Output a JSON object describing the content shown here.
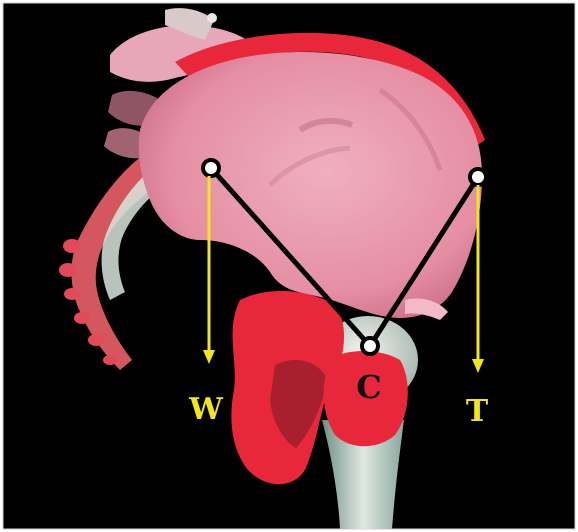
{
  "labels": {
    "w": "W",
    "c": "C",
    "t": "T"
  },
  "colors": {
    "background": "#000000",
    "arrow": "#f0e61a",
    "label_wt": "#f0e61a",
    "label_c": "#111111",
    "lever_line": "#000000",
    "bone_pink": "#e98fa4",
    "muscle_red": "#e8283a"
  }
}
